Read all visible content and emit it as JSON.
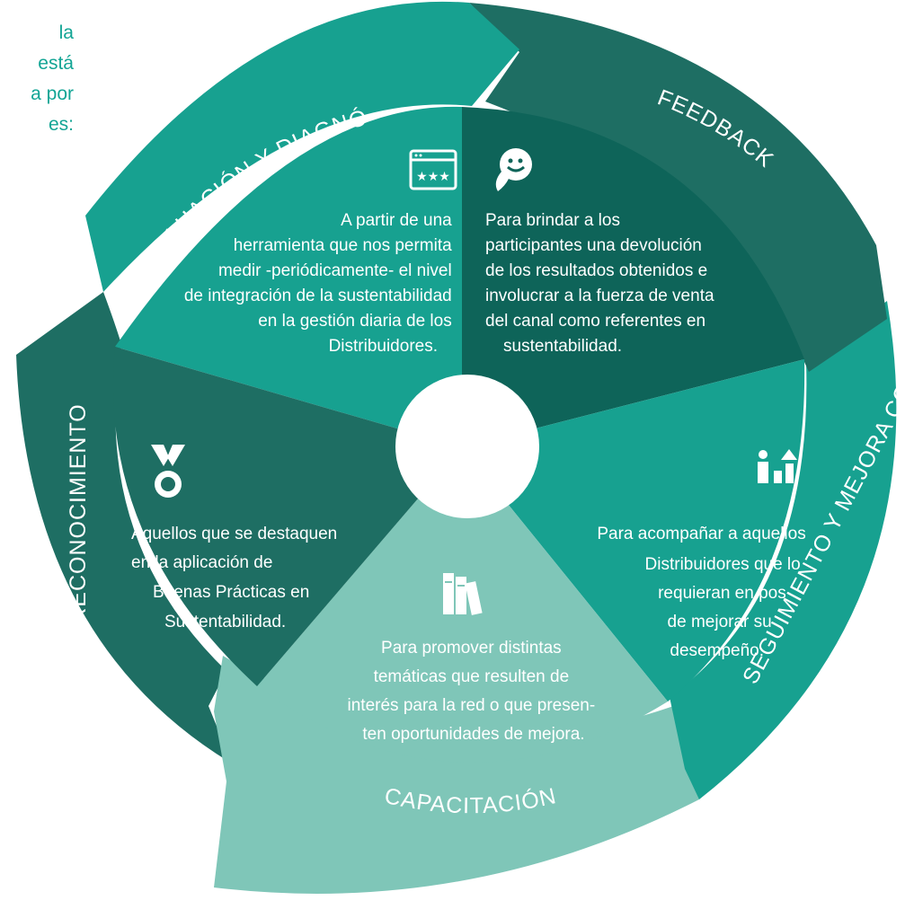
{
  "intro_fragments": [
    "la",
    "está",
    "a por",
    "es:"
  ],
  "colors": {
    "dark": "#1e6e63",
    "deep": "#0e6459",
    "mid": "#17a190",
    "light": "#7fc6b8",
    "intro": "#13a595",
    "text": "#ffffff"
  },
  "stages": [
    {
      "key": "evaluacion",
      "ring_label": "EVALUACIÓN Y DIAGNÓSTICO",
      "icon": "browser-rating-icon",
      "lines": [
        "A partir de una",
        "herramienta que nos permita",
        "medir -periódicamente- el nivel",
        "de integración de la sustentabilidad",
        "en la gestión diaria de los",
        "Distribuidores."
      ]
    },
    {
      "key": "feedback",
      "ring_label": "FEEDBACK",
      "icon": "chat-smiley-icon",
      "lines": [
        "Para brindar a los",
        "participantes una devolución",
        "de los resultados obtenidos e",
        "involucrar a la fuerza de venta",
        "del canal como referentes en",
        "sustentabilidad."
      ]
    },
    {
      "key": "seguimiento",
      "ring_label": "SEGUIMIENTO Y MEJORA CONTINUA",
      "icon": "growth-chart-icon",
      "lines": [
        "Para acompañar  a aquellos",
        "Distribuidores que lo",
        "requieran en pos",
        "de mejorar su",
        "desempeño."
      ]
    },
    {
      "key": "capacitacion",
      "ring_label": "CAPACITACIÓN",
      "icon": "books-icon",
      "lines": [
        "Para promover distintas",
        "temáticas que resulten de",
        "interés para la red o que presen-",
        "ten oportunidades de mejora."
      ]
    },
    {
      "key": "reconocimiento",
      "ring_label": "RECONOCIMIENTO",
      "icon": "medal-icon",
      "lines": [
        "Aquellos que se destaquen",
        "en la aplicación de",
        "Buenas Prácticas en",
        "Sustentabilidad."
      ]
    }
  ]
}
